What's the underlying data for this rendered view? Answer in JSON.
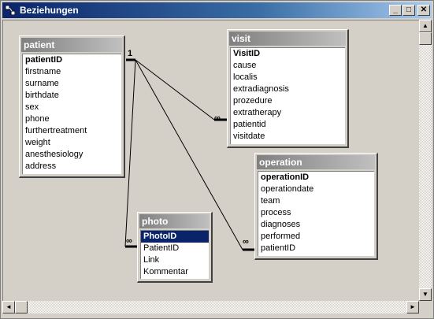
{
  "window": {
    "title": "Beziehungen",
    "icon": "relationships-icon"
  },
  "title_buttons": {
    "minimize": "_",
    "maximize": "□",
    "close": "✕"
  },
  "tables": {
    "patient": {
      "name": "patient",
      "fields": [
        "patientID",
        "firstname",
        "surname",
        "birthdate",
        "sex",
        "phone",
        "furthertreatment",
        "weight",
        "anesthesiology",
        "address"
      ],
      "key": "patientID"
    },
    "visit": {
      "name": "visit",
      "fields": [
        "VisitID",
        "cause",
        "localis",
        "extradiagnosis",
        "prozedure",
        "extratherapy",
        "patientid",
        "visitdate"
      ],
      "key": "VisitID"
    },
    "operation": {
      "name": "operation",
      "fields": [
        "operationID",
        "operationdate",
        "team",
        "process",
        "diagnoses",
        "performed",
        "patientID"
      ],
      "key": "operationID"
    },
    "photo": {
      "name": "photo",
      "fields": [
        "PhotoID",
        "PatientID",
        "Link",
        "Kommentar"
      ],
      "key": "PhotoID",
      "selected": "PhotoID"
    }
  },
  "relationships": {
    "one_label": "1",
    "many_label": "∞",
    "links": [
      "patient-visit",
      "patient-operation",
      "patient-photo"
    ]
  },
  "scrollbars": {
    "up": "▲",
    "down": "▼",
    "left": "◄",
    "right": "►"
  }
}
